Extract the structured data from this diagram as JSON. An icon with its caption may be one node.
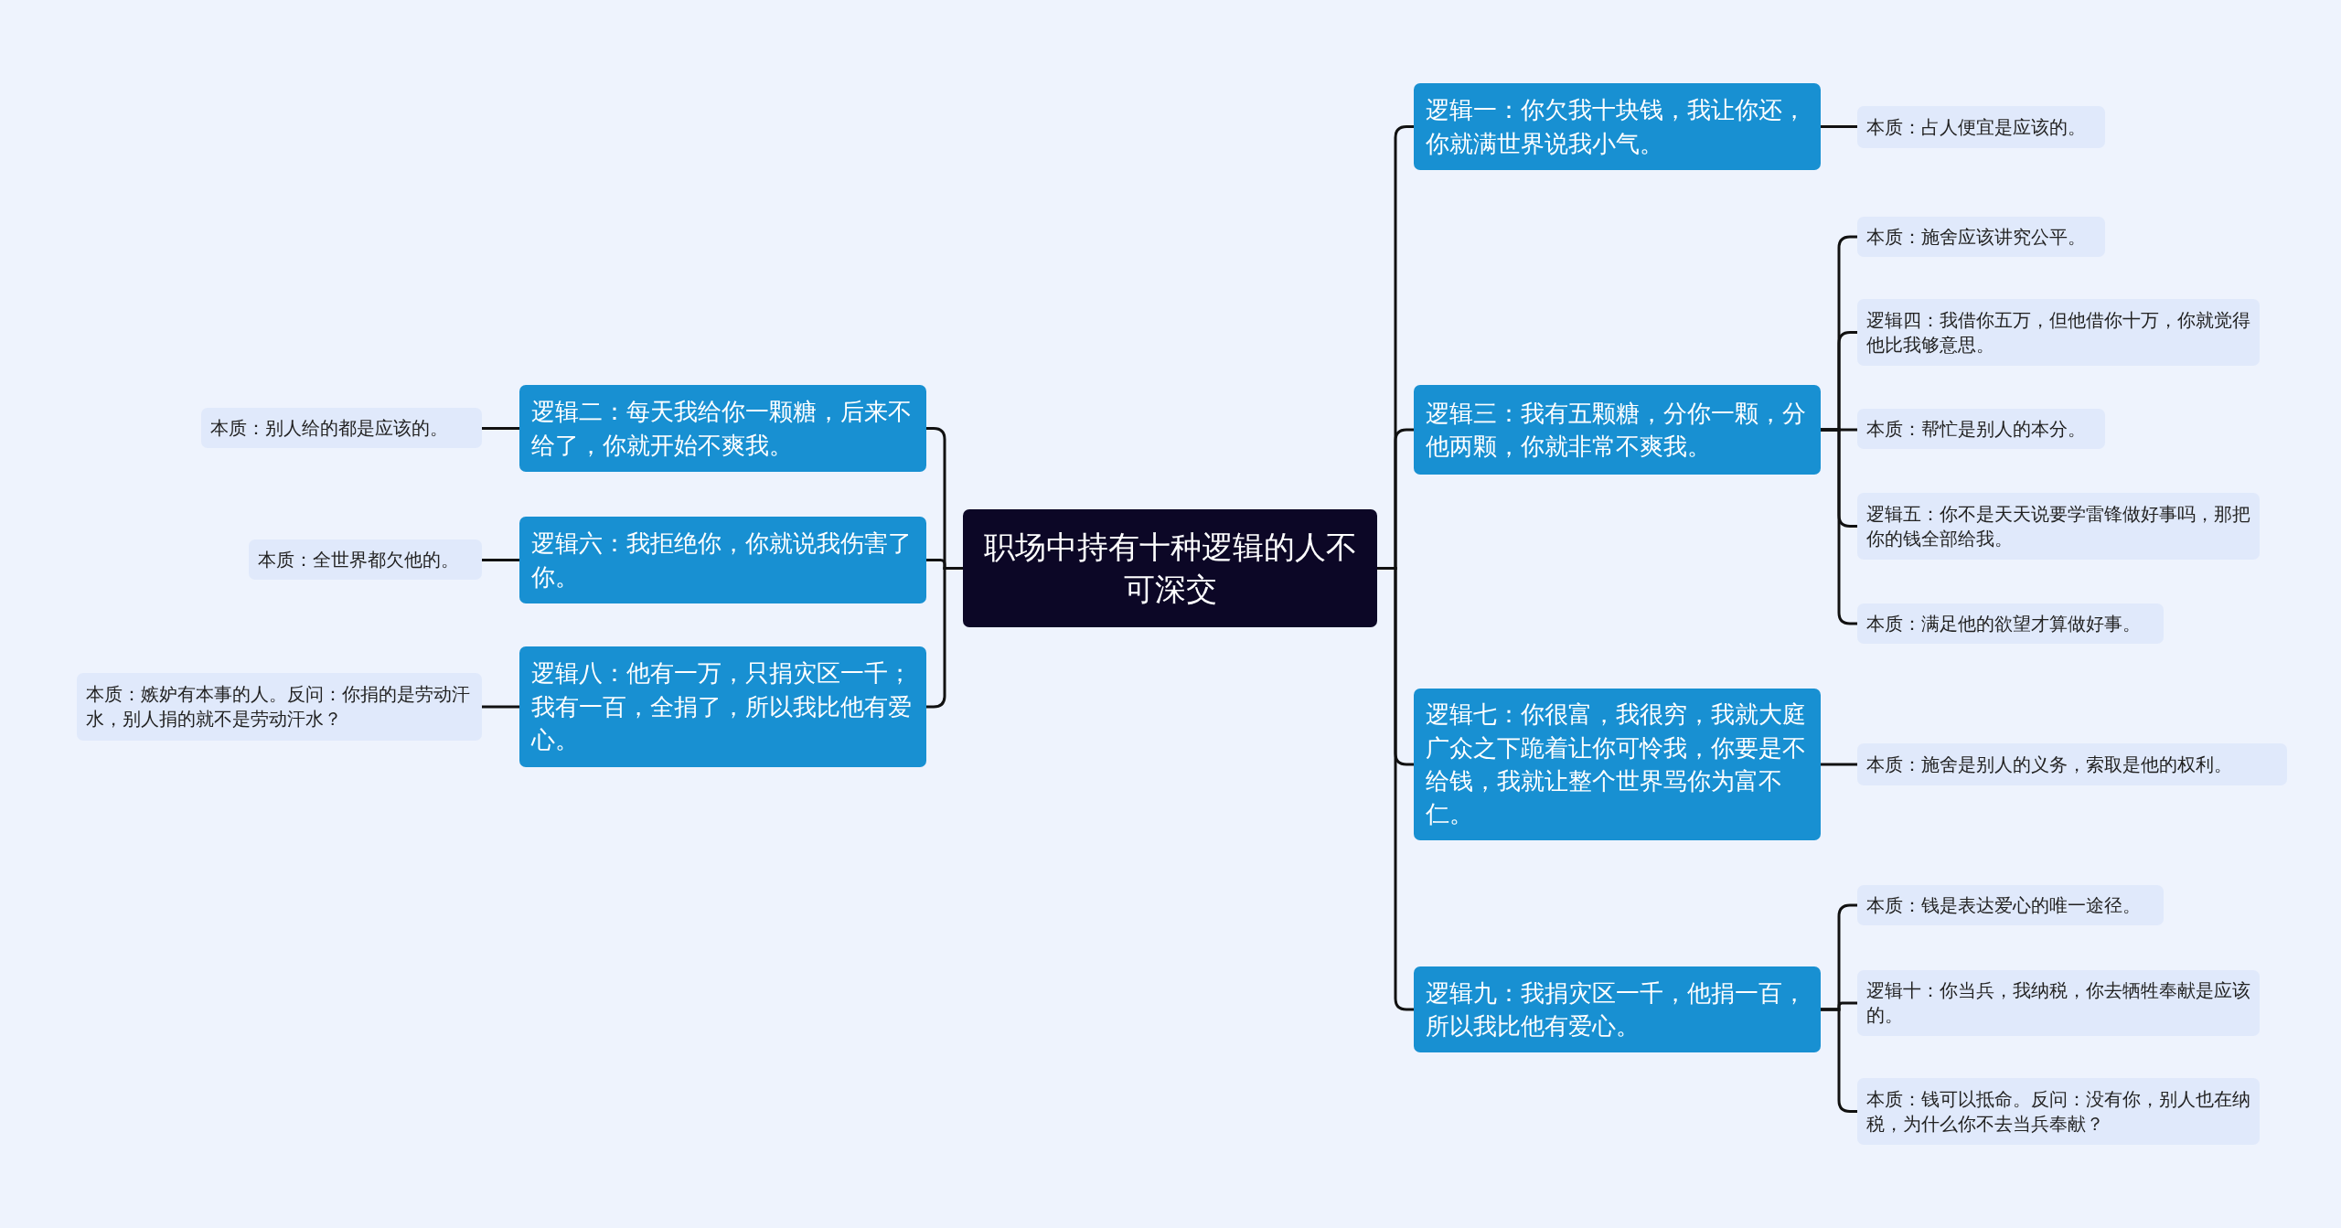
{
  "diagram": {
    "nodes": [
      {
        "text": [
          "职场中持有十种逻辑的人不可深交"
        ]
      },
      {
        "text": [
          "逻辑一：你欠我十块钱，我让你还，你就满世界说我小气。"
        ]
      },
      {
        "text": [
          "本质：占人便宜是应该的。"
        ]
      },
      {
        "text": [
          "逻辑三：我有五颗糖，分你一颗，分他两颗，你就非常不爽我。"
        ]
      },
      {
        "text": [
          "本质：施舍应该讲究公平。"
        ]
      },
      {
        "text": [
          "逻辑四：我借你五万，但他借你十万，你就觉得他比我够意思。"
        ]
      },
      {
        "text": [
          "本质：帮忙是别人的本分。"
        ]
      },
      {
        "text": [
          "逻辑五：你不是天天说要学雷锋做好事吗，那把你的钱全部给我。"
        ]
      },
      {
        "text": [
          "本质：满足他的欲望才算做好事。"
        ]
      },
      {
        "text": [
          "逻辑七：你很富，我很穷，我就大庭广众之下跪着让你可怜我，你要是不给钱，我就让整个世界骂你为富不仁。"
        ]
      },
      {
        "text": [
          "本质：施舍是别人的义务，索取是他的权利。"
        ]
      },
      {
        "text": [
          "逻辑九：我捐灾区一千，他捐一百，所以我比他有爱心。"
        ]
      },
      {
        "text": [
          "本质：钱是表达爱心的唯一途径。"
        ]
      },
      {
        "text": [
          "逻辑十：你当兵，我纳税，你去牺牲奉献是应该的。"
        ]
      },
      {
        "text": [
          "本质：钱可以抵命。反问：没有你，别人也在纳税，为什么你不去当兵奉献？"
        ]
      },
      {
        "text": [
          "逻辑二：每天我给你一颗糖，后来不给了，你就开始不爽我。"
        ]
      },
      {
        "text": [
          "本质：别人给的都是应该的。"
        ]
      },
      {
        "text": [
          "逻辑六：我拒绝你，你就说我伤害了你。"
        ]
      },
      {
        "text": [
          "本质：全世界都欠他的。"
        ]
      },
      {
        "text": [
          "逻辑八：他有一万，只捐灾区一千；我有一百，全捐了，所以我比他有爱心。"
        ]
      },
      {
        "text": [
          "本质：嫉妒有本事的人。反问：你捐的是劳动汗水，别人捐的就不是劳动汗水？"
        ]
      }
    ],
    "edges": [
      {
        "from": 0,
        "to": 1,
        "arrow": "none"
      },
      {
        "from": 1,
        "to": 2,
        "arrow": "none"
      },
      {
        "from": 0,
        "to": 3,
        "arrow": "none"
      },
      {
        "from": 3,
        "to": 4,
        "arrow": "none"
      },
      {
        "from": 3,
        "to": 5,
        "arrow": "none"
      },
      {
        "from": 3,
        "to": 6,
        "arrow": "none"
      },
      {
        "from": 3,
        "to": 7,
        "arrow": "none"
      },
      {
        "from": 3,
        "to": 8,
        "arrow": "none"
      },
      {
        "from": 0,
        "to": 9,
        "arrow": "none"
      },
      {
        "from": 9,
        "to": 10,
        "arrow": "none"
      },
      {
        "from": 0,
        "to": 11,
        "arrow": "none"
      },
      {
        "from": 11,
        "to": 12,
        "arrow": "none"
      },
      {
        "from": 11,
        "to": 13,
        "arrow": "none"
      },
      {
        "from": 11,
        "to": 14,
        "arrow": "none"
      },
      {
        "from": 0,
        "to": 15,
        "arrow": "none"
      },
      {
        "from": 15,
        "to": 16,
        "arrow": "none"
      },
      {
        "from": 0,
        "to": 17,
        "arrow": "none"
      },
      {
        "from": 17,
        "to": 18,
        "arrow": "none"
      },
      {
        "from": 0,
        "to": 19,
        "arrow": "none"
      },
      {
        "from": 19,
        "to": 20,
        "arrow": "none"
      }
    ]
  }
}
